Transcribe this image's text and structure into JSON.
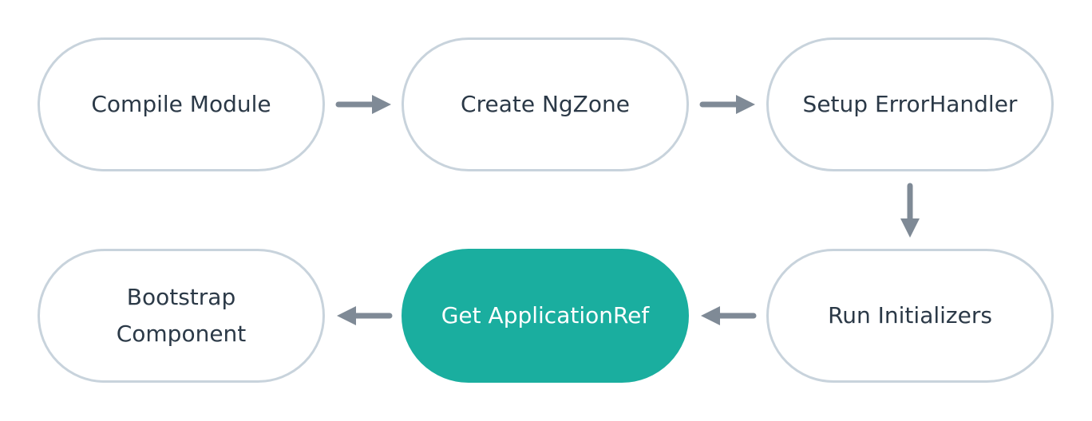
{
  "nodes": [
    {
      "label": "Compile Module"
    },
    {
      "label": "Create NgZone"
    },
    {
      "label": "Setup ErrorHandler"
    },
    {
      "label": "Run Initializers"
    },
    {
      "label": "Get ApplicationRef"
    },
    {
      "label": "Bootstrap\nComponent"
    }
  ],
  "colors": {
    "node_border": "#c8d3dc",
    "node_text": "#2b3947",
    "active_fill": "#1aae9f",
    "arrow": "#7f8a96"
  }
}
